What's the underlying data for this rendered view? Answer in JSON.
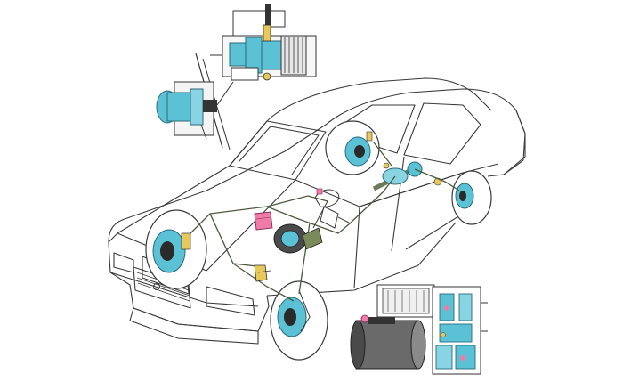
{
  "diagram": {
    "subject": "car-brake-system-cutaway",
    "callouts": [
      {
        "id": "rear-axle-sensor-detail",
        "icon": "sensor-gear-detail"
      },
      {
        "id": "front-wheel-sensor-detail",
        "icon": "hub-sensor-detail"
      },
      {
        "id": "hydraulic-modulator-detail",
        "icon": "pump-unit-detail"
      }
    ],
    "colors": {
      "outline": "#3a3a3a",
      "sensor": "#5bc2d6",
      "brake_line": "#4a5a3a",
      "modulator": "#f07aa8",
      "reservoir": "#e8c85a",
      "pump": "#6a6a6a"
    }
  }
}
